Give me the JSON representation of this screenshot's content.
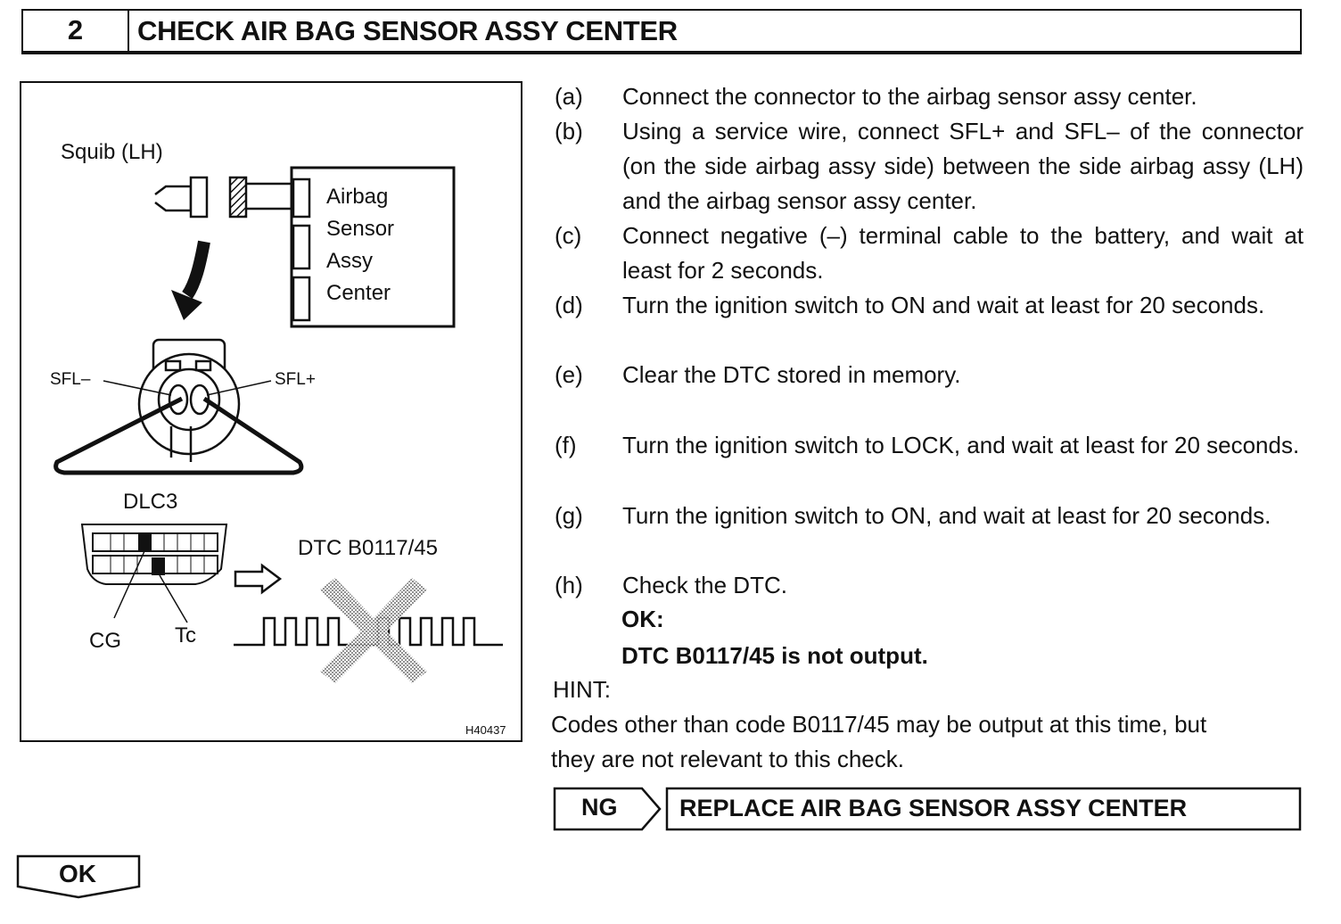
{
  "header": {
    "number": "2",
    "title": "CHECK AIR BAG SENSOR ASSY CENTER"
  },
  "figure": {
    "squib_label": "Squib (LH)",
    "sensor_label_1": "Airbag",
    "sensor_label_2": "Sensor",
    "sensor_label_3": "Assy",
    "sensor_label_4": "Center",
    "sfl_minus": "SFL–",
    "sfl_plus": "SFL+",
    "dlc_label": "DLC3",
    "dtc_label": "DTC B0117/45",
    "cg_label": "CG",
    "tc_label": "Tc",
    "figure_id": "H40437"
  },
  "steps": [
    {
      "letter": "(a)",
      "text": "Connect the connector to the airbag sensor assy center."
    },
    {
      "letter": "(b)",
      "text": "Using a service wire, connect SFL+ and SFL– of the connector (on the side airbag assy side) between the side airbag assy (LH) and the airbag sensor assy center."
    },
    {
      "letter": "(c)",
      "text": "Connect negative (–) terminal cable to the battery, and wait at least for 2 seconds."
    },
    {
      "letter": "(d)",
      "text": "Turn the ignition switch to ON and wait at least for 20 seconds."
    },
    {
      "letter": "(e)",
      "text": "Clear the DTC stored in memory."
    },
    {
      "letter": "(f)",
      "text": "Turn the ignition switch to LOCK, and wait at least for 20 seconds."
    },
    {
      "letter": "(g)",
      "text": "Turn the ignition switch to ON, and wait at least for 20 seconds."
    },
    {
      "letter": "(h)",
      "text": "Check the DTC."
    }
  ],
  "ok_label": "OK:",
  "ok_text": "DTC B0117/45 is not output.",
  "hint_label": "HINT:",
  "hint_line1": "Codes other than code B0117/45 may be output at this time, but",
  "hint_line2": "they are not relevant to this check.",
  "ng_label": "NG",
  "ng_action": "REPLACE AIR BAG SENSOR ASSY CENTER",
  "ok_button": "OK"
}
